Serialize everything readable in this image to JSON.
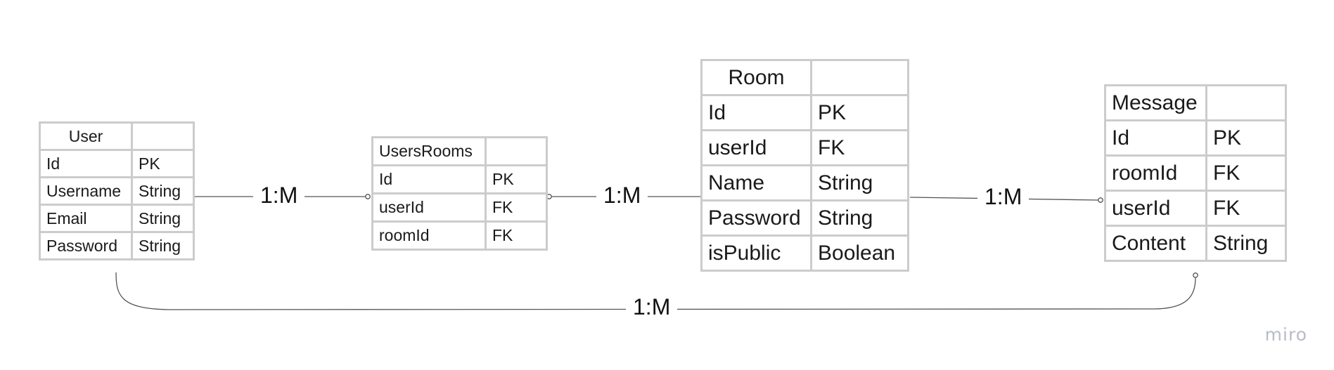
{
  "diagram": {
    "entities": [
      {
        "title": "User",
        "rows": [
          {
            "name": "Id",
            "type": "PK"
          },
          {
            "name": "Username",
            "type": "String"
          },
          {
            "name": "Email",
            "type": "String"
          },
          {
            "name": "Password",
            "type": "String"
          }
        ]
      },
      {
        "title": "UsersRooms",
        "rows": [
          {
            "name": "Id",
            "type": "PK"
          },
          {
            "name": "userId",
            "type": "FK"
          },
          {
            "name": "roomId",
            "type": "FK"
          }
        ]
      },
      {
        "title": "Room",
        "rows": [
          {
            "name": "Id",
            "type": "PK"
          },
          {
            "name": "userId",
            "type": "FK"
          },
          {
            "name": "Name",
            "type": "String"
          },
          {
            "name": "Password",
            "type": "String"
          },
          {
            "name": "isPublic",
            "type": "Boolean"
          }
        ]
      },
      {
        "title": "Message",
        "rows": [
          {
            "name": "Id",
            "type": "PK"
          },
          {
            "name": "roomId",
            "type": "FK"
          },
          {
            "name": "userId",
            "type": "FK"
          },
          {
            "name": "Content",
            "type": "String"
          }
        ]
      }
    ],
    "relationships": [
      {
        "from": "User",
        "to": "UsersRooms",
        "label": "1:M"
      },
      {
        "from": "UsersRooms",
        "to": "Room",
        "label": "1:M"
      },
      {
        "from": "Room",
        "to": "Message",
        "label": "1:M"
      },
      {
        "from": "User",
        "to": "Message",
        "label": "1:M"
      }
    ]
  },
  "watermark": "miro",
  "colors": {
    "table_border": "#cccccc",
    "connector_line": "#555555",
    "text": "#1a1a1a",
    "watermark": "#b8bcc4"
  }
}
